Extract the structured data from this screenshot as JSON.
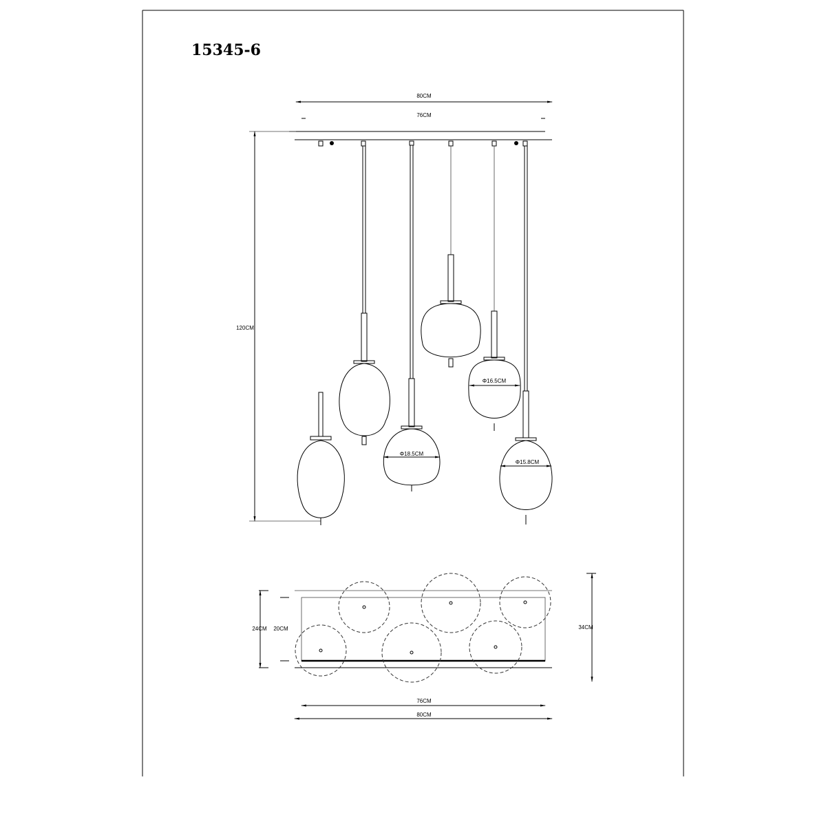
{
  "title": "15345-6",
  "front_view": {
    "width_outer": "80CM",
    "width_inner": "76CM",
    "height": "120CM",
    "diameters": [
      "Φ16.5CM",
      "Φ18.5CM",
      "Φ15.8CM"
    ]
  },
  "top_view": {
    "depth_outer": "24CM",
    "depth_inner": "20CM",
    "depth_total": "34CM",
    "width_inner": "76CM",
    "width_outer": "80CM"
  }
}
